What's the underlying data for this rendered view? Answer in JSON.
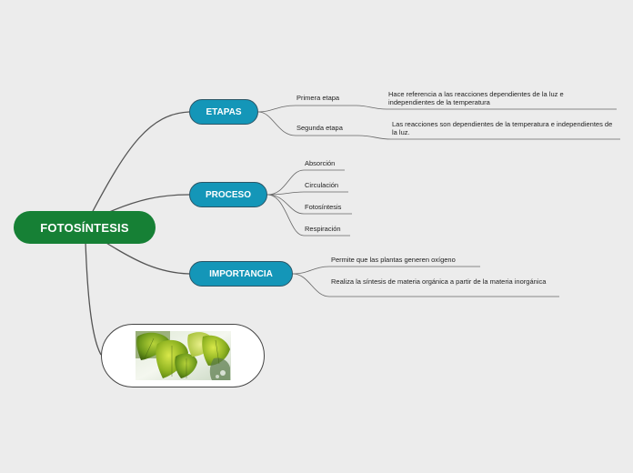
{
  "root": {
    "label": "FOTOSÍNTESIS"
  },
  "branches": {
    "etapas": {
      "label": "ETAPAS",
      "items": [
        {
          "label": "Primera etapa",
          "detail": "Hace referencia a las reacciones dependientes de la luz e independientes de la temperatura"
        },
        {
          "label": "Segunda etapa",
          "detail": "Las reacciones son dependientes de la temperatura e independientes de la luz."
        }
      ]
    },
    "proceso": {
      "label": "PROCESO",
      "items": [
        "Absorción",
        "Circulación",
        "Fotosíntesis",
        "Respiración"
      ]
    },
    "importancia": {
      "label": "IMPORTANCIA",
      "items": [
        "Permite que las plantas generen oxígeno",
        "Realiza la síntesis de materia orgánica a partir de la materia inorgánica"
      ]
    }
  },
  "image_node": {
    "icon": "green-leaves-photo"
  },
  "colors": {
    "root": "#168035",
    "branch": "#1496b8",
    "branch_border": "#2b5566",
    "connector": "#555555",
    "background": "#ececec"
  }
}
